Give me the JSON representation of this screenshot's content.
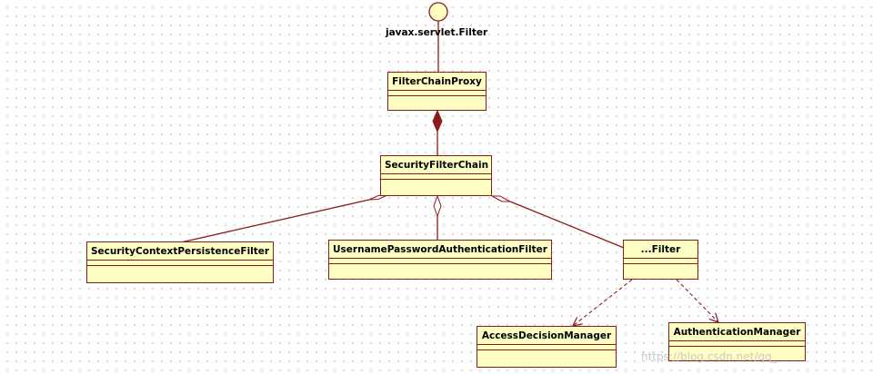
{
  "interface": {
    "label": "javax.servlet.Filter"
  },
  "classes": {
    "filter_chain_proxy": "FilterChainProxy",
    "security_filter_chain": "SecurityFilterChain",
    "security_context_persistence_filter": "SecurityContextPersistenceFilter",
    "username_password_authentication_filter": "UsernamePasswordAuthenticationFilter",
    "generic_filter": "...Filter",
    "access_decision_manager": "AccessDecisionManager",
    "authentication_manager": "AuthenticationManager"
  },
  "watermark": "https://blog.csdn.net/qq_",
  "colors": {
    "class_fill": "#ffffc4",
    "class_border": "#8b1a1a",
    "connector": "#8b1a1a",
    "interface_fill": "#ffffc4"
  }
}
